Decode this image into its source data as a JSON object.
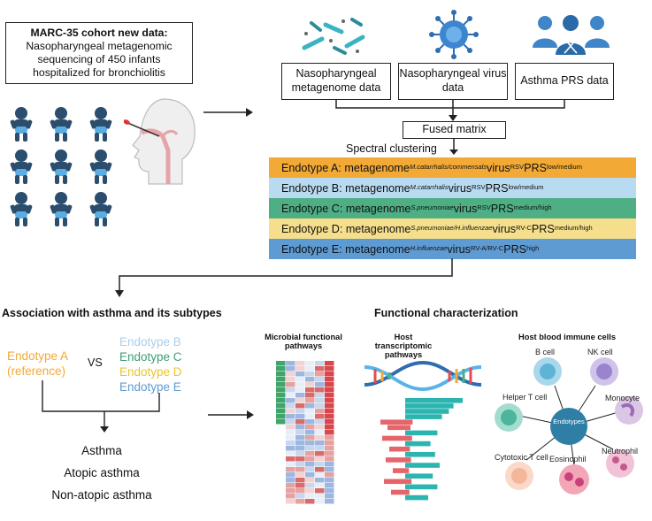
{
  "cohort": {
    "title": "MARC-35 cohort new data:",
    "description": "Nasopharyngeal metagenomic sequencing of 450 infants hospitalized for bronchiolitis"
  },
  "data_sources": [
    {
      "label": "Nasopharyngeal metagenome data"
    },
    {
      "label": "Nasopharyngeal virus data"
    },
    {
      "label": "Asthma PRS data"
    }
  ],
  "fused_matrix": "Fused matrix",
  "spectral_clustering": "Spectral clustering",
  "endotypes": [
    {
      "name": "Endotype A",
      "meta_sup": "M.catarrhalis/commensals",
      "virus_sup": "RSV",
      "prs_sup": "low/medium",
      "color": "#F2A935"
    },
    {
      "name": "Endotype B",
      "meta_sup": "M.catarrhalis",
      "virus_sup": "RSV",
      "prs_sup": "low/medium",
      "color": "#B9DBF1"
    },
    {
      "name": "Endotype C",
      "meta_sup": "S.pneumoniae",
      "virus_sup": "RSV",
      "prs_sup": "medium/high",
      "color": "#4EAE84"
    },
    {
      "name": "Endotype D",
      "meta_sup": "S.pneumoniae/H.influenzae",
      "virus_sup": "RV-C",
      "prs_sup": "medium/high",
      "color": "#F6DF8C"
    },
    {
      "name": "Endotype E",
      "meta_sup": "H.influenzae",
      "virus_sup": "RV-A/RV-C",
      "prs_sup": "high",
      "color": "#5E9BD3"
    }
  ],
  "endotype_words": {
    "metagenome": "metagenome",
    "virus": "virus",
    "prs": "PRS",
    "sep": ": "
  },
  "association": {
    "title": "Association with asthma and its subtypes",
    "reference": [
      "Endotype A",
      "(reference)"
    ],
    "vs": "VS",
    "comparisons": [
      "Endotype B",
      "Endotype C",
      "Endotype D",
      "Endotype E"
    ],
    "outcomes": [
      "Asthma",
      "Atopic asthma",
      "Non-atopic asthma"
    ],
    "colors": {
      "A": "#F2A935",
      "B": "#A9CFEA",
      "C": "#3E9E73",
      "D": "#E8C531",
      "E": "#5E9BD3"
    }
  },
  "functional": {
    "title": "Functional characterization",
    "microbial": "Microbial functional pathways",
    "host_transcriptomic": "Host transcriptomic pathways",
    "host_blood": "Host blood immune cells",
    "center_label": "Endotypes",
    "cells": [
      "B cell",
      "NK cell",
      "Monocyte",
      "Neutrophil",
      "Eosinophil",
      "Cytotoxic T cell",
      "Helper T cell"
    ]
  }
}
